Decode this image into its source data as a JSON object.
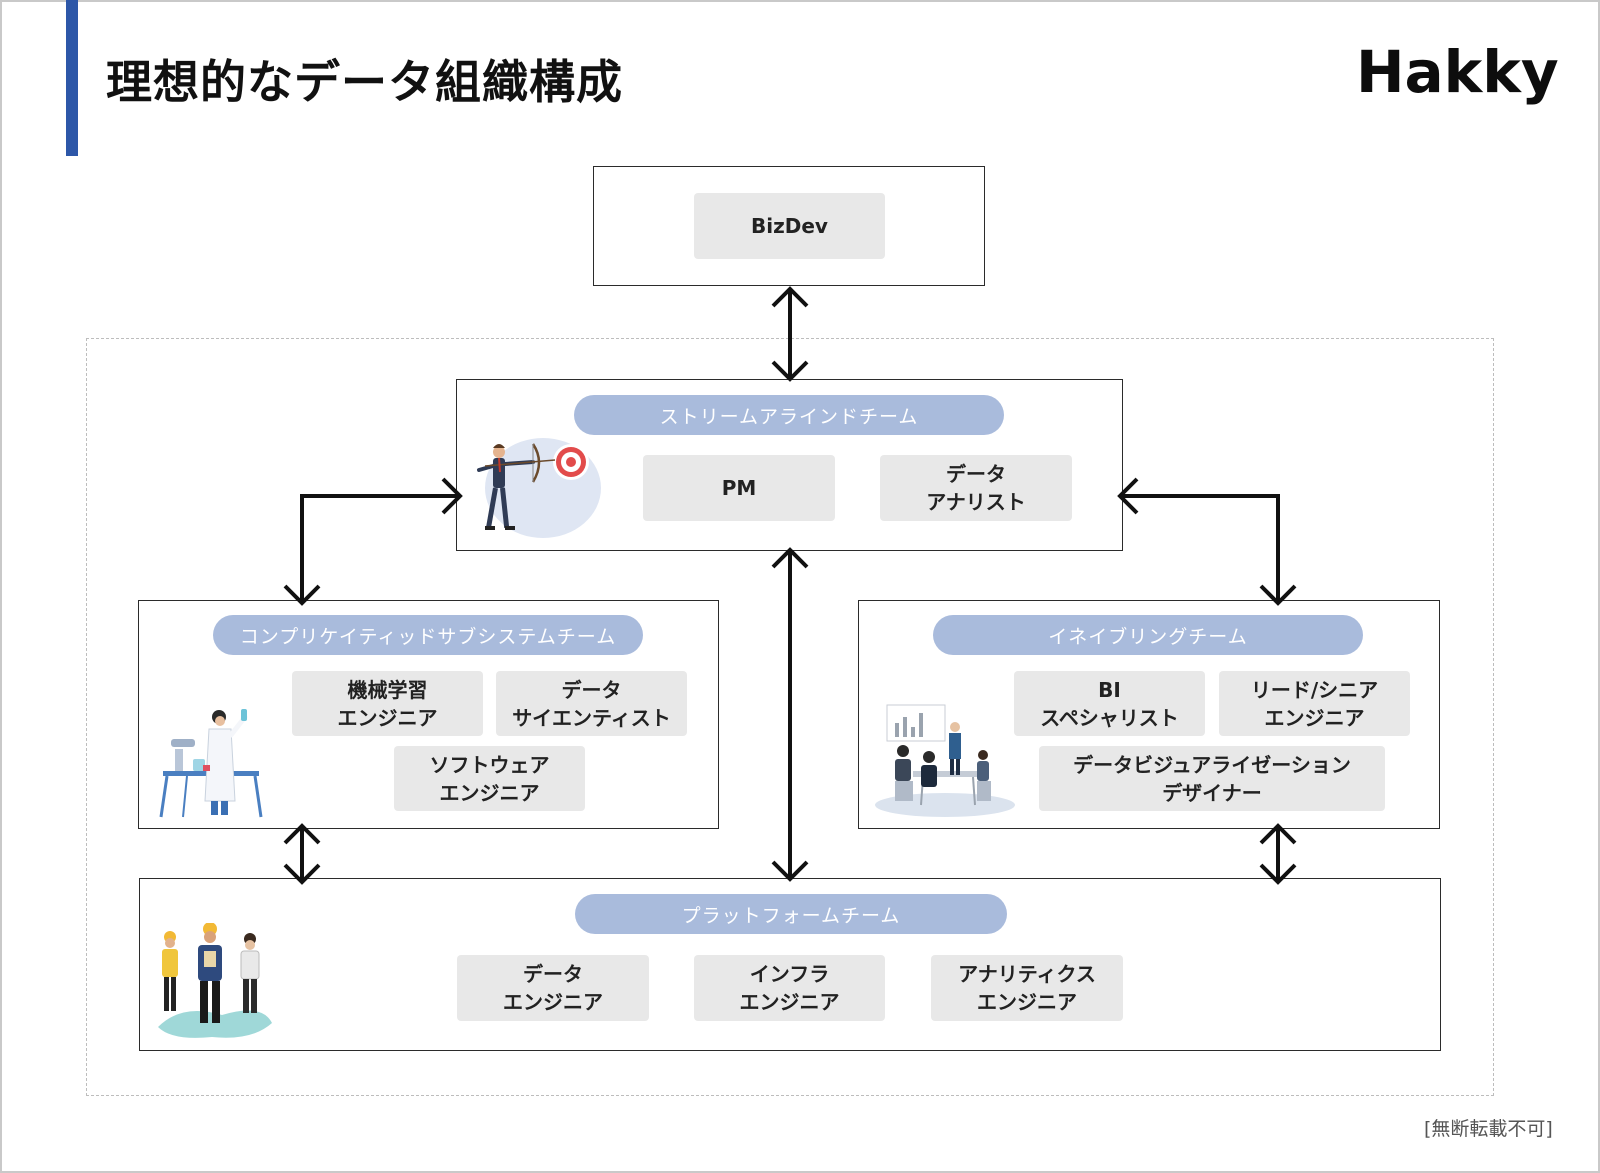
{
  "header": {
    "title": "理想的なデータ組織構成",
    "brand": "Hakky",
    "accent_color": "#2d57a8"
  },
  "footer": {
    "note": "[無断転載不可]"
  },
  "bizdev": {
    "role": "BizDev"
  },
  "stream_aligned": {
    "team": "ストリームアラインドチーム",
    "roles": [
      "PM",
      "データ\nアナリスト"
    ]
  },
  "complicated_subsystem": {
    "team": "コンプリケイティッドサブシステムチーム",
    "roles": [
      "機械学習\nエンジニア",
      "データ\nサイエンティスト",
      "ソフトウェア\nエンジニア"
    ]
  },
  "enabling": {
    "team": "イネイブリングチーム",
    "roles": [
      "BI\nスペシャリスト",
      "リード/シニア\nエンジニア",
      "データビジュアライゼーション\nデザイナー"
    ]
  },
  "platform": {
    "team": "プラットフォームチーム",
    "roles": [
      "データ\nエンジニア",
      "インフラ\nエンジニア",
      "アナリティクス\nエンジニア"
    ]
  },
  "colors": {
    "pill": "#a9bbdc",
    "role_bg": "#e8e8e8",
    "arrow": "#111111"
  },
  "icons": [
    "archer-illustration",
    "scientist-illustration",
    "meeting-illustration",
    "workers-illustration"
  ]
}
